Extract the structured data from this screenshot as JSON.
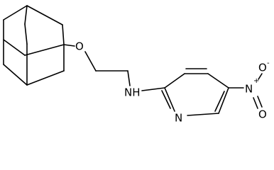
{
  "atoms": {
    "ether_oxygen": "O",
    "amine": "NH",
    "ring_nitrogen": "N",
    "nitro_nitrogen": "N",
    "nitro_oxygen_top": "O",
    "nitro_oxygen_bottom": "O",
    "nitro_n_charge": "+",
    "nitro_o_charge": "-"
  }
}
